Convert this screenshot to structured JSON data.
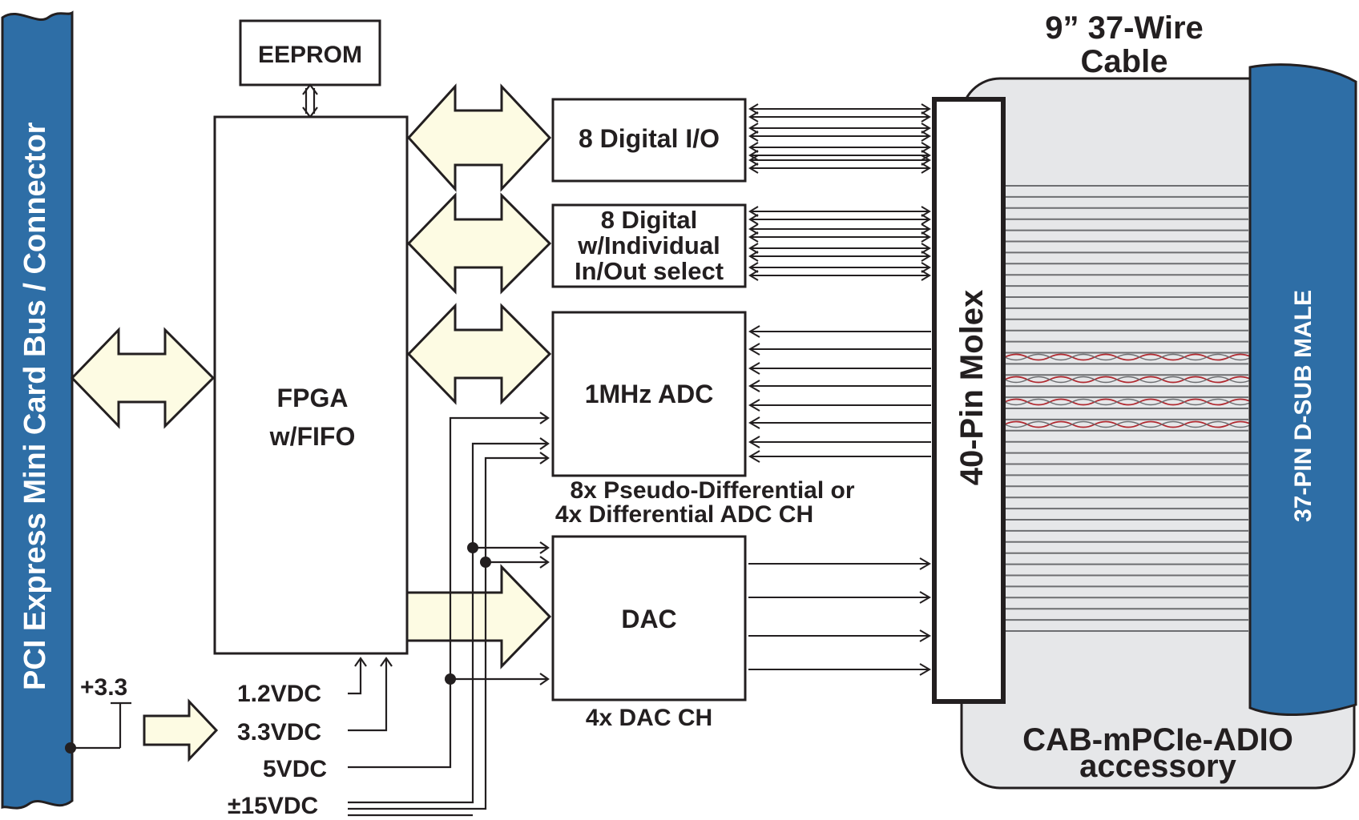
{
  "colors": {
    "bus_blue": "#2e6ea6",
    "arrow_fill": "#fdfbe3",
    "cable_gray": "#e6e7e9",
    "line": "#231f20",
    "twisted_pair_red": "#b0282f"
  },
  "bus": {
    "label": "PCI Express Mini Card Bus / Connector"
  },
  "eeprom": {
    "label": "EEPROM"
  },
  "fpga": {
    "line1": "FPGA",
    "line2": "w/FIFO"
  },
  "digital_io": {
    "label": "8 Digital I/O"
  },
  "digital_sel": {
    "line1": "8 Digital",
    "line2": "w/Individual",
    "line3": "In/Out select"
  },
  "adc": {
    "label": "1MHz ADC",
    "caption1": "8x Pseudo-Differential or",
    "caption2": "4x Differential ADC CH"
  },
  "dac": {
    "label": "DAC",
    "caption": "4x DAC CH"
  },
  "molex": {
    "label": "40-Pin Molex"
  },
  "cable": {
    "title_line1": "9” 37-Wire",
    "title_line2": "Cable"
  },
  "dsub": {
    "label": "37-PIN D-SUB MALE"
  },
  "accessory": {
    "line1": "CAB-mPCIe-ADIO",
    "line2": "accessory"
  },
  "power": {
    "input": "+3.3",
    "rail_1v2": "1.2VDC",
    "rail_3v3": "3.3VDC",
    "rail_5v": "5VDC",
    "rail_15v": "±15VDC"
  }
}
